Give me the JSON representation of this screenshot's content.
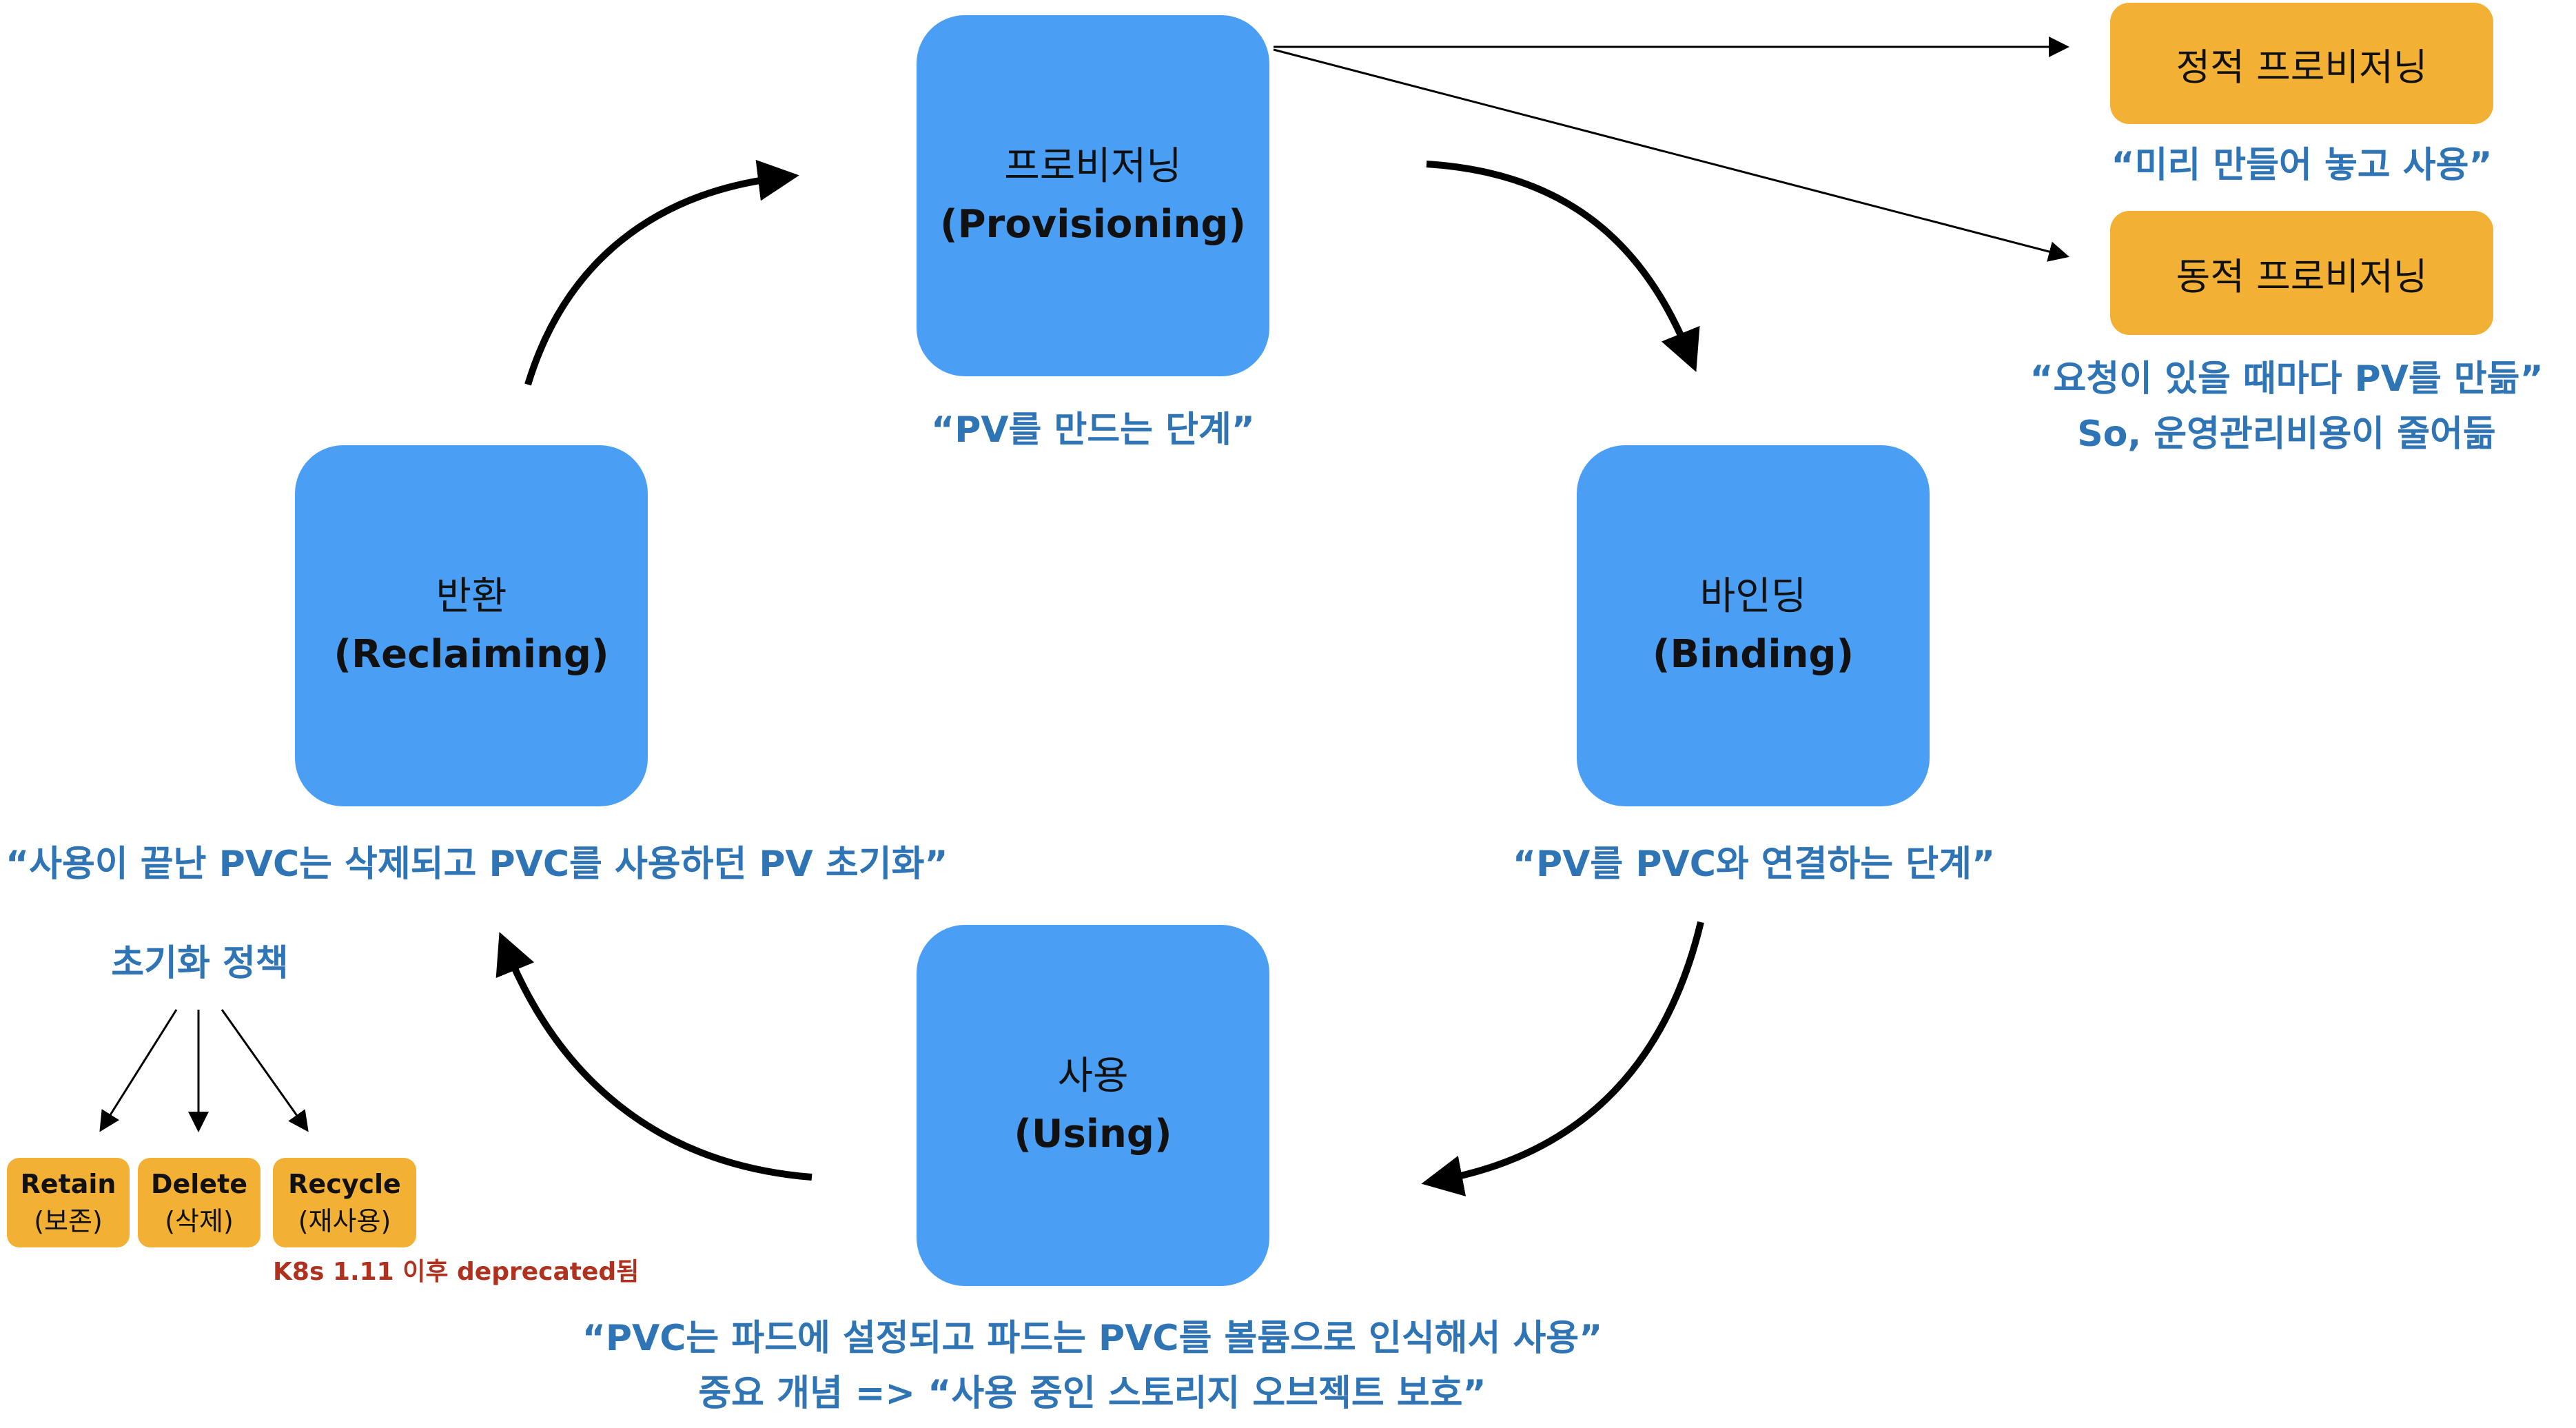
{
  "stages": {
    "provisioning": {
      "ko": "프로비저닝",
      "en": "(Provisioning)",
      "desc": "“PV를 만드는 단계”"
    },
    "binding": {
      "ko": "바인딩",
      "en": "(Binding)",
      "desc": "“PV를 PVC와 연결하는 단계”"
    },
    "using": {
      "ko": "사용",
      "en": "(Using)",
      "desc_line1": "“PVC는 파드에 설정되고 파드는 PVC를 볼륨으로 인식해서 사용”",
      "desc_line2": "중요 개념 => “사용 중인 스토리지 오브젝트 보호”"
    },
    "reclaiming": {
      "ko": "반환",
      "en": "(Reclaiming)",
      "desc": "“사용이 끝난 PVC는 삭제되고 PVC를 사용하던 PV 초기화”"
    }
  },
  "provisioning_types": {
    "static": {
      "label": "정적 프로비저닝",
      "desc": "“미리 만들어 놓고 사용”"
    },
    "dynamic": {
      "label": "동적 프로비저닝",
      "desc_line1": "“요청이 있을 때마다 PV를 만듦”",
      "desc_line2": "So, 운영관리비용이 줄어듦"
    }
  },
  "reclaim_policy": {
    "title": "초기화 정책",
    "options": [
      {
        "en": "Retain",
        "ko": "(보존)"
      },
      {
        "en": "Delete",
        "ko": "(삭제)"
      },
      {
        "en": "Recycle",
        "ko": "(재사용)"
      }
    ],
    "deprecated_note": "K8s 1.11 이후 deprecated됨"
  },
  "colors": {
    "stage": "#4A9FF5",
    "tag": "#F2B035",
    "note": "#2F74B5",
    "deprecated": "#B0321E",
    "arrow": "#000000"
  }
}
